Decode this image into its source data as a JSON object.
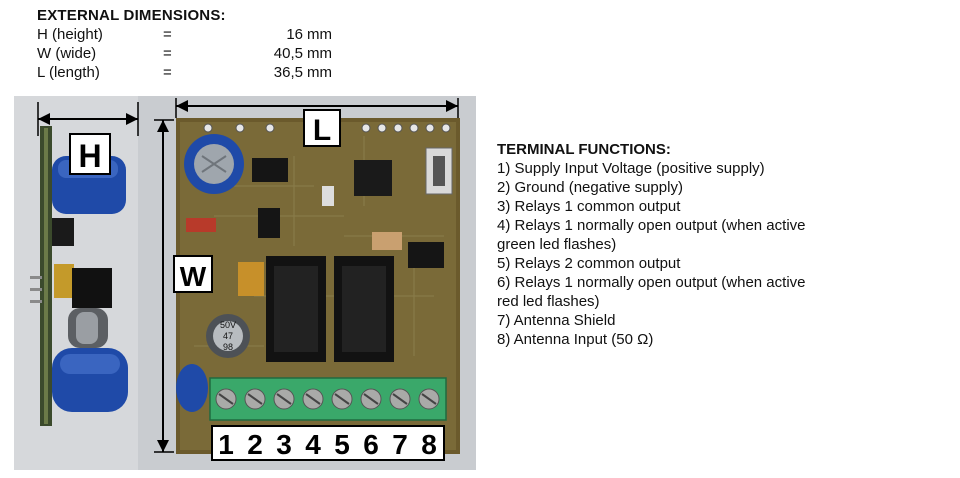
{
  "dimensions": {
    "title": "EXTERNAL DIMENSIONS:",
    "rows": [
      {
        "label": "H (height)",
        "eq": "=",
        "value": "16",
        "unit": "mm"
      },
      {
        "label": "W (wide)",
        "eq": "=",
        "value": "40,5",
        "unit": "mm"
      },
      {
        "label": "L (length)",
        "eq": "=",
        "value": "36,5",
        "unit": "mm"
      }
    ]
  },
  "photo": {
    "letter_h": "H",
    "letter_l": "L",
    "letter_w": "W",
    "capacitor_text": "50V",
    "capacitor_text2": "47",
    "capacitor_text3": "98",
    "terminal_numbers": [
      "1",
      "2",
      "3",
      "4",
      "5",
      "6",
      "7",
      "8"
    ]
  },
  "terminals": {
    "title": "TERMINAL FUNCTIONS:",
    "lines": [
      "1) Supply Input Voltage (positive supply)",
      "2) Ground (negative supply)",
      "3) Relays 1 common output",
      "4) Relays 1 normally open output (when active",
      "green led flashes)",
      "5) Relays 2 common output",
      "6) Relays 1 normally open output (when active",
      "red led flashes)",
      "7) Antenna Shield",
      "8) Antenna Input (50 Ω)"
    ]
  }
}
